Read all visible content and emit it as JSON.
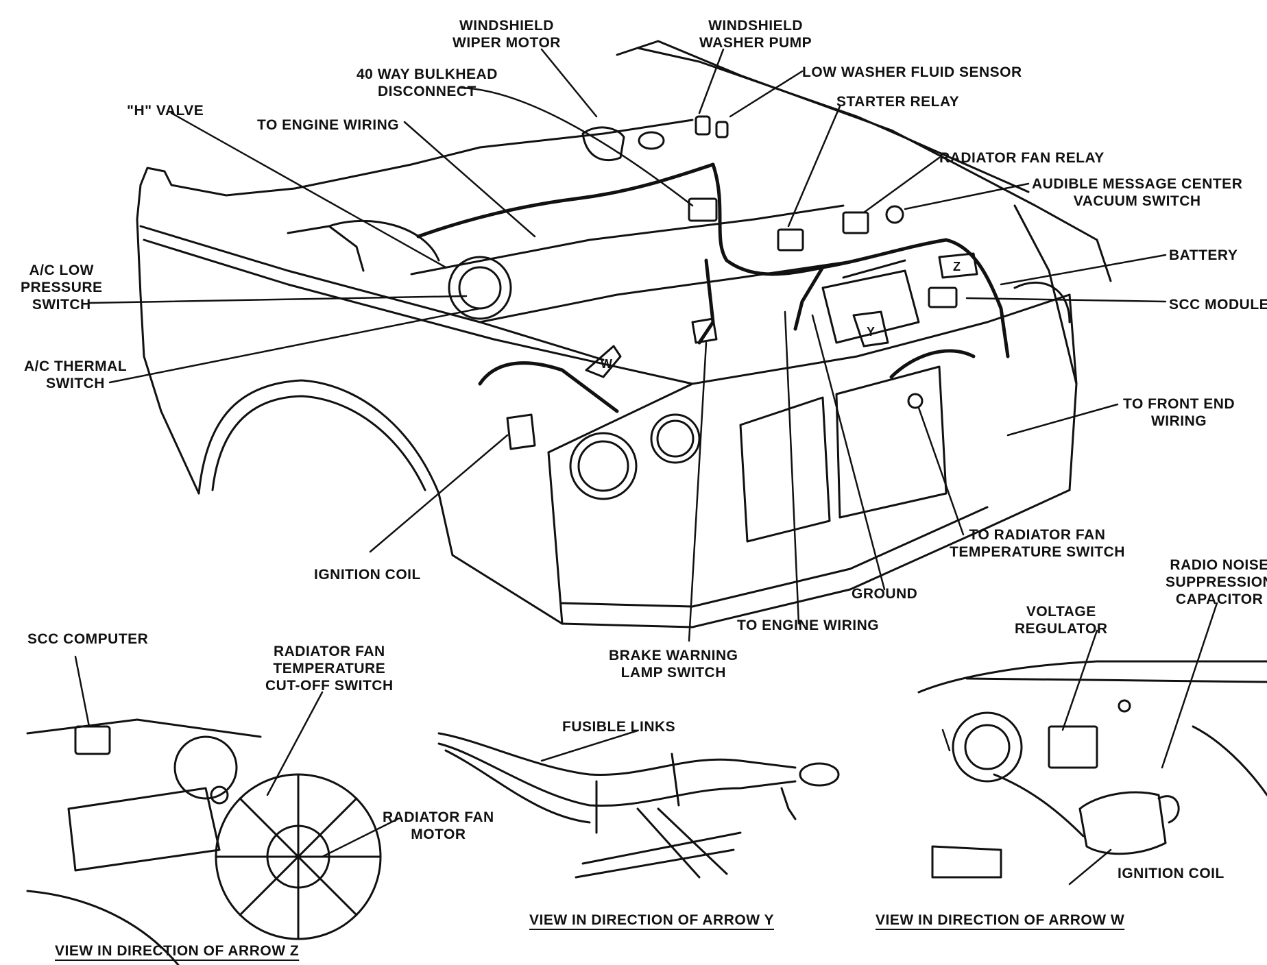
{
  "labels": {
    "wiper_motor": "WINDSHIELD\nWIPER MOTOR",
    "washer_pump": "WINDSHIELD\nWASHER PUMP",
    "bulkhead": "40 WAY BULKHEAD\nDISCONNECT",
    "low_washer": "LOW WASHER FLUID SENSOR",
    "starter_relay": "STARTER RELAY",
    "h_valve": "\"H\" VALVE",
    "engine_wiring_top": "TO ENGINE WIRING",
    "fan_relay": "RADIATOR FAN RELAY",
    "audible": "AUDIBLE MESSAGE CENTER\nVACUUM SWITCH",
    "battery": "BATTERY",
    "ac_low": "A/C LOW\nPRESSURE\nSWITCH",
    "scc_module": "SCC MODULE",
    "ac_thermal": "A/C THERMAL\nSWITCH",
    "front_end": "TO FRONT END\nWIRING",
    "ign_coil_main": "IGNITION COIL",
    "fan_temp_switch": "TO RADIATOR FAN\nTEMPERATURE SWITCH",
    "ground": "GROUND",
    "engine_wiring_bottom": "TO ENGINE WIRING",
    "brake_warning": "BRAKE WARNING\nLAMP SWITCH",
    "scc_computer": "SCC COMPUTER",
    "fan_cutoff": "RADIATOR FAN\nTEMPERATURE\nCUT-OFF SWITCH",
    "fan_motor": "RADIATOR FAN\nMOTOR",
    "fusible": "FUSIBLE LINKS",
    "voltage_reg": "VOLTAGE\nREGULATOR",
    "radio_noise": "RADIO NOISE\nSUPPRESSION\nCAPACITOR",
    "ign_coil_w": "IGNITION COIL"
  },
  "arrows": {
    "w": "W",
    "y": "Y",
    "z": "Z"
  },
  "views": {
    "z": "VIEW IN DIRECTION OF ARROW Z",
    "y": "VIEW IN DIRECTION OF ARROW Y",
    "w": "VIEW IN DIRECTION OF ARROW W"
  }
}
